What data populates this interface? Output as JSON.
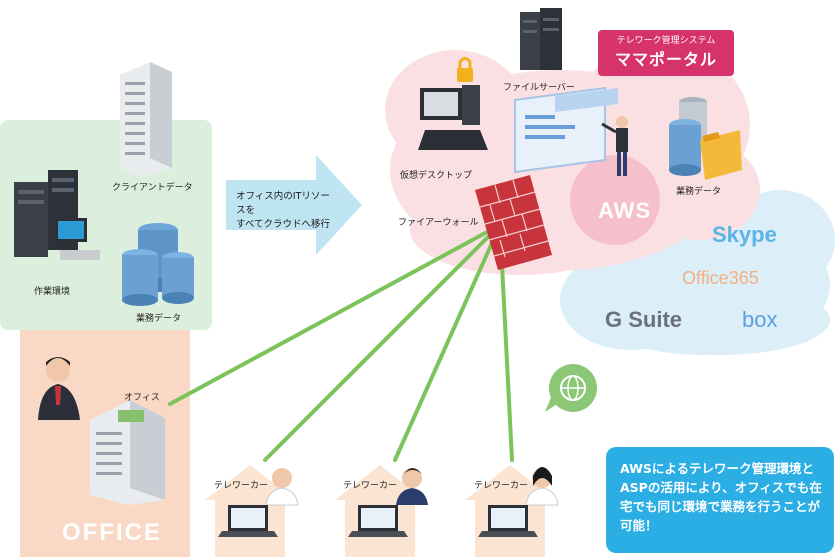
{
  "system_badge": {
    "subtitle": "テレワーク管理システム",
    "title": "ママポータル"
  },
  "labels": {
    "client_data": "クライアントデータ",
    "work_env": "作業環境",
    "office_biz_data": "業務データ",
    "arrow_text": "オフィス内のITリソースを\nすべてクラウドへ移行",
    "file_server": "ファイルサーバー",
    "virtual_desktop": "仮想デスクトップ",
    "firewall": "ファイアーウォール",
    "cloud_biz_data": "業務データ",
    "office": "オフィス",
    "office_big": "OFFICE",
    "teleworker_1": "テレワーカー",
    "teleworker_2": "テレワーカー",
    "teleworker_3": "テレワーカー"
  },
  "cloud": {
    "aws": "AWS",
    "services": {
      "skype": "Skype",
      "office365": "Office365",
      "gsuite": "G Suite",
      "box": "box"
    }
  },
  "info_box": "AWSによるテレワーク管理環境とASPの活用により、オフィスでも在宅でも同じ環境で業務を行うことが可能！",
  "colors": {
    "office_green_panel": "#dcefdc",
    "office_peach_panel": "#f9d9c6",
    "aws_cloud": "#fbe0e3",
    "saas_cloud": "#dceef8",
    "connection_lines": "#7cc35a",
    "arrow": "#bfe4f2",
    "badge": "#d6336c",
    "info_box": "#2aaee4",
    "firewall": "#c8343c"
  },
  "icons": [
    "server-icon",
    "building-icon",
    "database-icon",
    "desktop-icon",
    "lock-icon",
    "folder-icon",
    "person-icon",
    "globe-icon",
    "house-icon",
    "laptop-icon",
    "firewall-icon"
  ]
}
